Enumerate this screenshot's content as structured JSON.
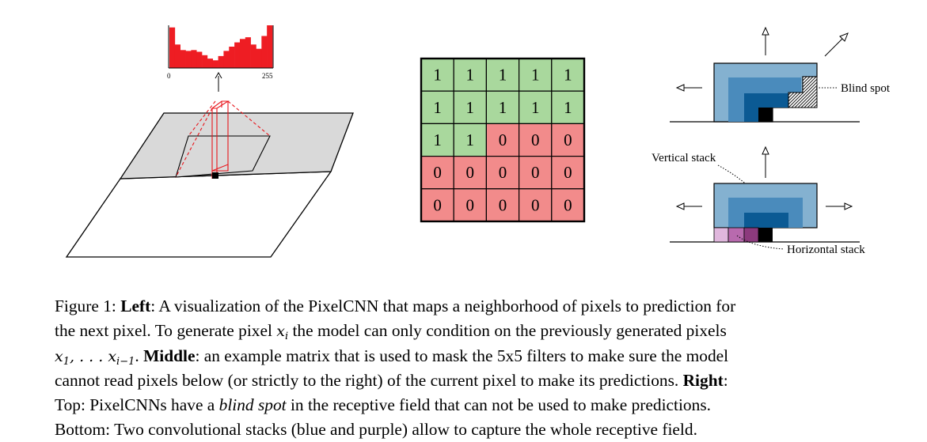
{
  "figure": {
    "left": {
      "histogram": {
        "axis_min_label": "0",
        "axis_max_label": "255",
        "bar_color": "#ee1d23",
        "bin_heights": [
          0.95,
          0.55,
          0.42,
          0.4,
          0.42,
          0.38,
          0.3,
          0.22,
          0.18,
          0.28,
          0.4,
          0.5,
          0.6,
          0.68,
          0.72,
          0.55,
          0.45,
          0.75,
          1.0
        ]
      }
    },
    "middle": {
      "mask_matrix": [
        [
          "1",
          "1",
          "1",
          "1",
          "1"
        ],
        [
          "1",
          "1",
          "1",
          "1",
          "1"
        ],
        [
          "1",
          "1",
          "0",
          "0",
          "0"
        ],
        [
          "0",
          "0",
          "0",
          "0",
          "0"
        ],
        [
          "0",
          "0",
          "0",
          "0",
          "0"
        ]
      ],
      "one_color": "#a9d89d",
      "zero_color": "#f28b8b"
    },
    "right": {
      "blind_spot_label": "Blind spot",
      "vertical_stack_label": "Vertical stack",
      "horizontal_stack_label": "Horizontal stack",
      "blue_colors": [
        "#84b1d0",
        "#4a8bbc",
        "#0b5a94"
      ],
      "purple_colors": [
        "#e0b7dd",
        "#b86aae",
        "#8c3a7d"
      ]
    }
  },
  "caption": {
    "figure_label": "Figure 1: ",
    "left_heading": "Left",
    "line1_rest": ": A visualization of the PixelCNN that maps a neighborhood of pixels to prediction for",
    "line2_text": "the next pixel. To generate pixel ",
    "line2_math_var": "x",
    "line2_math_sub": "i",
    "line2_rest": " the model can only condition on the previously generated pixels",
    "line3_math_a": "x",
    "line3_math_a_sub": "1",
    "line3_math_mid": ", . . . x",
    "line3_math_b_sub": "i−1",
    "line3_dot": ". ",
    "middle_heading": "Middle",
    "line3_rest": ": an example matrix that is used to mask the 5x5 filters to make sure the model",
    "line4_text": "cannot read pixels below (or strictly to the right) of the current pixel to make its predictions. ",
    "right_heading": "Right",
    "line4_colon": ":",
    "line5_before": "Top: PixelCNNs have a ",
    "line5_italic": "blind spot",
    "line5_after": " in the receptive field that can not be used to make predictions.",
    "line6_text": "Bottom: Two convolutional stacks (blue and purple) allow to capture the whole receptive field."
  }
}
